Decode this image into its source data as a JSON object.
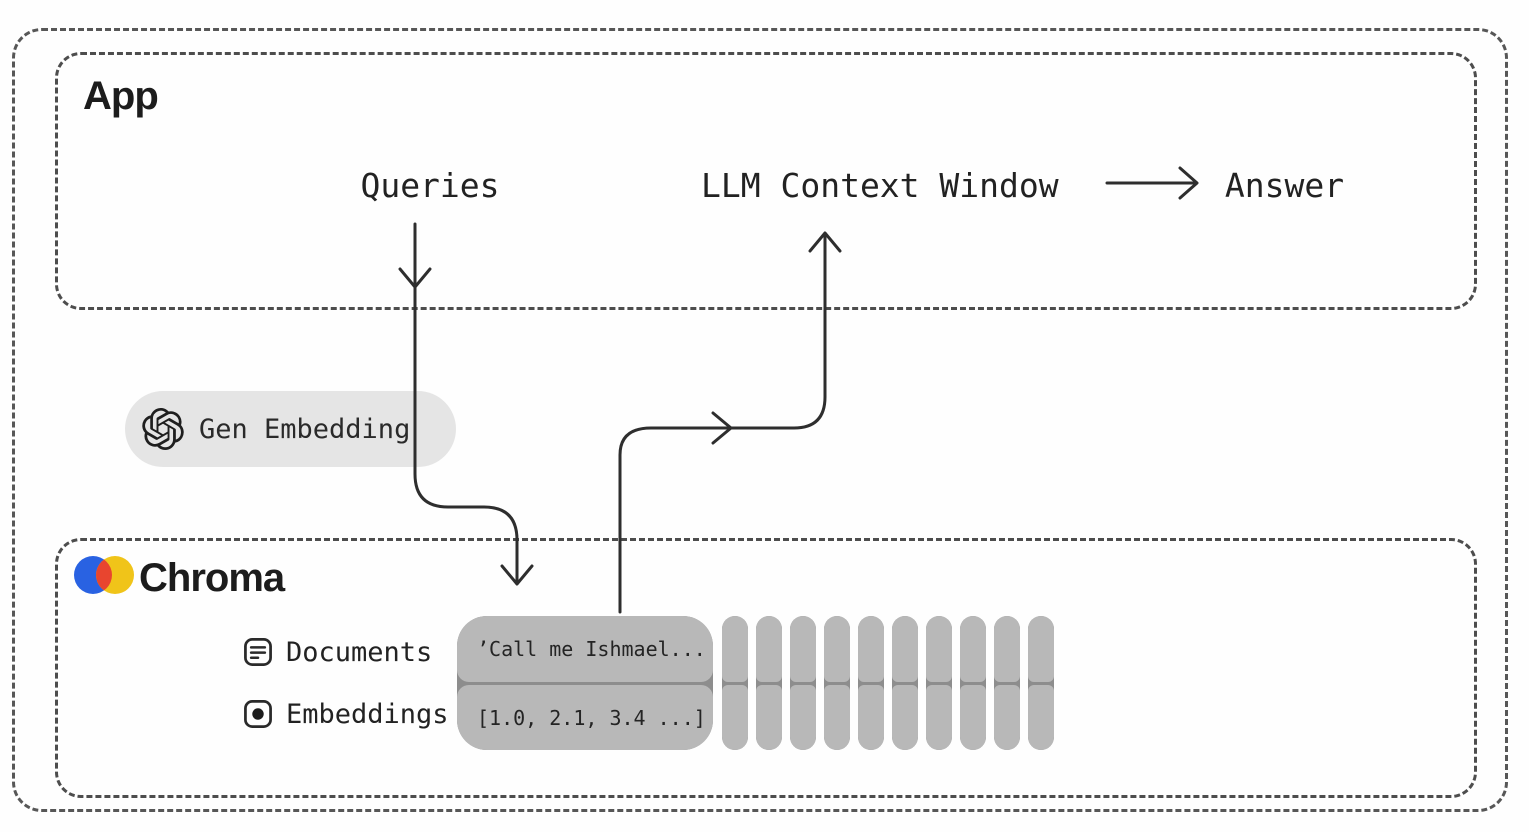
{
  "app_box": {
    "title": "App",
    "queries_label": "Queries",
    "context_window_label": "LLM Context Window",
    "answer_label": "Answer"
  },
  "gen_embedding_pill": {
    "icon": "openai-icon",
    "label": "Gen Embedding"
  },
  "chroma_box": {
    "icon": "chroma-logo-icon",
    "title": "Chroma",
    "rows": [
      {
        "icon": "document-icon",
        "label": "Documents",
        "value": "’Call me Ishmael..."
      },
      {
        "icon": "embedding-icon",
        "label": "Embeddings",
        "value": "[1.0, 2.1, 3.4 ...]"
      }
    ],
    "vector_columns": 10
  },
  "flows": [
    "queries-down-to-gen-embedding-and-chroma",
    "chroma-up-to-llm-context-window",
    "llm-context-window-to-answer"
  ],
  "colors": {
    "background": "#fefefe",
    "border_dash": "#4d4d4d",
    "stroke": "#2e2e2e",
    "pill_light_gray": "#e5e5e5",
    "pill_gray": "#b8b8b8",
    "pill_seam_gray": "#8d8d8d",
    "chroma_blue": "#2962e2",
    "chroma_red": "#e8452f",
    "chroma_yellow": "#f0c419"
  }
}
